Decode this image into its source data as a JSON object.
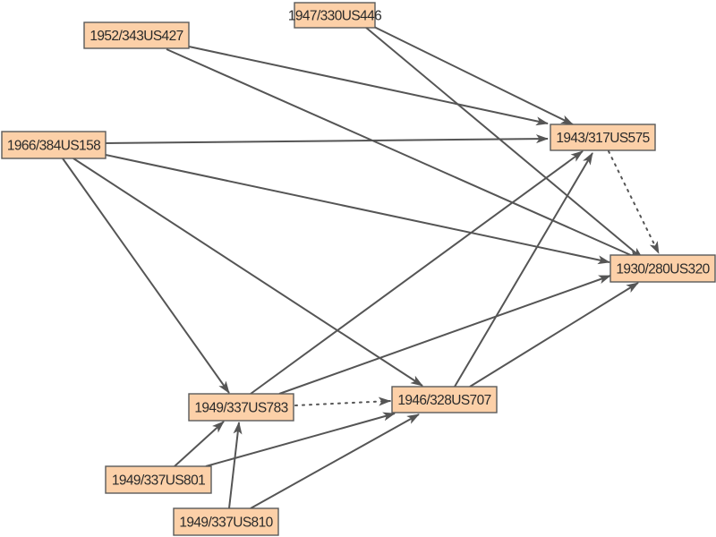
{
  "diagram": {
    "type": "directed-graph",
    "style": {
      "node_fill": "#fcd0a8",
      "node_border": "#5a5a5a",
      "edge_color": "#555555",
      "text_color": "#2a2a2a"
    },
    "nodes": [
      {
        "id": "n446",
        "label": "1947/330US446"
      },
      {
        "id": "n427",
        "label": "1952/343US427"
      },
      {
        "id": "n158",
        "label": "1966/384US158"
      },
      {
        "id": "n575",
        "label": "1943/317US575"
      },
      {
        "id": "n320",
        "label": "1930/280US320"
      },
      {
        "id": "n783",
        "label": "1949/337US783"
      },
      {
        "id": "n707",
        "label": "1946/328US707"
      },
      {
        "id": "n801",
        "label": "1949/337US801"
      },
      {
        "id": "n810",
        "label": "1949/337US810"
      }
    ],
    "edges": [
      {
        "from": "n446",
        "to": "n575",
        "style": "solid"
      },
      {
        "from": "n446",
        "to": "n320",
        "style": "solid"
      },
      {
        "from": "n427",
        "to": "n575",
        "style": "solid"
      },
      {
        "from": "n427",
        "to": "n320",
        "style": "solid"
      },
      {
        "from": "n158",
        "to": "n575",
        "style": "solid"
      },
      {
        "from": "n158",
        "to": "n320",
        "style": "solid"
      },
      {
        "from": "n158",
        "to": "n783",
        "style": "solid"
      },
      {
        "from": "n158",
        "to": "n707",
        "style": "solid"
      },
      {
        "from": "n783",
        "to": "n575",
        "style": "solid"
      },
      {
        "from": "n783",
        "to": "n320",
        "style": "solid"
      },
      {
        "from": "n783",
        "to": "n707",
        "style": "dotted"
      },
      {
        "from": "n707",
        "to": "n575",
        "style": "solid"
      },
      {
        "from": "n707",
        "to": "n320",
        "style": "solid"
      },
      {
        "from": "n575",
        "to": "n320",
        "style": "dotted"
      },
      {
        "from": "n801",
        "to": "n783",
        "style": "solid"
      },
      {
        "from": "n801",
        "to": "n707",
        "style": "solid"
      },
      {
        "from": "n810",
        "to": "n783",
        "style": "solid"
      },
      {
        "from": "n810",
        "to": "n707",
        "style": "solid"
      }
    ]
  }
}
